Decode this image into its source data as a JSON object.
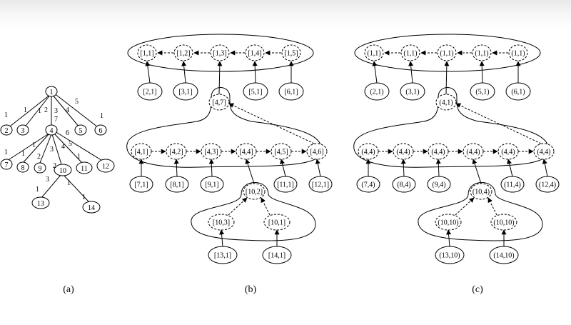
{
  "panels": {
    "a": {
      "caption": "(a)",
      "nodes": [
        {
          "id": "1",
          "label": "1"
        },
        {
          "id": "2",
          "label": "2"
        },
        {
          "id": "3",
          "label": "3"
        },
        {
          "id": "4",
          "label": "4"
        },
        {
          "id": "5",
          "label": "5"
        },
        {
          "id": "6",
          "label": "6"
        },
        {
          "id": "7",
          "label": "7"
        },
        {
          "id": "8",
          "label": "8"
        },
        {
          "id": "9",
          "label": "9"
        },
        {
          "id": "10",
          "label": "10"
        },
        {
          "id": "11",
          "label": "11"
        },
        {
          "id": "12",
          "label": "12"
        },
        {
          "id": "13",
          "label": "13"
        },
        {
          "id": "14",
          "label": "14"
        }
      ],
      "edges": [
        {
          "from": "1",
          "to": "2",
          "weight": "1"
        },
        {
          "from": "1",
          "to": "3",
          "weight": "1"
        },
        {
          "from": "1",
          "to": "4",
          "weight": "2"
        },
        {
          "from": "1",
          "to": "5",
          "weight": "4"
        },
        {
          "from": "1",
          "to": "6",
          "weight": "5"
        },
        {
          "from": "4",
          "to": "7",
          "weight": "1"
        },
        {
          "from": "4",
          "to": "8",
          "weight": "1"
        },
        {
          "from": "4",
          "to": "9",
          "weight": "2"
        },
        {
          "from": "4",
          "to": "10",
          "weight": "3"
        },
        {
          "from": "4",
          "to": "11",
          "weight": "4"
        },
        {
          "from": "4",
          "to": "12",
          "weight": "5"
        },
        {
          "from": "10",
          "to": "13",
          "weight": "1"
        },
        {
          "from": "10",
          "to": "14",
          "weight": "1"
        }
      ],
      "extra_labels": [
        "3",
        "7",
        "1",
        "6",
        "1",
        "1",
        "1",
        "2",
        "3"
      ]
    },
    "b": {
      "caption": "(b)",
      "top_group": [
        "[1,1]",
        "[1,2]",
        "[1,3]",
        "[1,4]",
        "[1,5]"
      ],
      "top_leaves": [
        "[2,1]",
        "[3,1]",
        "[5,1]",
        "[6,1]"
      ],
      "mid_head": "[4,7]",
      "mid_group": [
        "[4,1]",
        "[4,2]",
        "[4,3]",
        "[4,4]",
        "[4,5]",
        "[4,6]"
      ],
      "mid_leaves": [
        "[7,1]",
        "[8,1]",
        "[9,1]",
        "[11,1]",
        "[12,1]"
      ],
      "low_head": "[10,2]",
      "low_children": [
        "[10,3]",
        "[10,1]"
      ],
      "low_leaves": [
        "[13,1]",
        "[14,1]"
      ]
    },
    "c": {
      "caption": "(c)",
      "top_group": [
        "(1,1)",
        "(1,1)",
        "(1,1)",
        "(1,1)",
        "(1,1)"
      ],
      "top_leaves": [
        "(2,1)",
        "(3,1)",
        "(5,1)",
        "(6,1)"
      ],
      "mid_head": "(4,1)",
      "mid_group": [
        "(4,4)",
        "(4,4)",
        "(4,4)",
        "(4,4)",
        "(4,4)",
        "(4,4)"
      ],
      "mid_leaves": [
        "(7,4)",
        "(8,4)",
        "(9,4)",
        "(11,4)",
        "(12,4)"
      ],
      "low_head": "(10,4)",
      "low_children": [
        "(10,10)",
        "(10,10)"
      ],
      "low_leaves": [
        "(13,10)",
        "(14,10)"
      ]
    }
  }
}
